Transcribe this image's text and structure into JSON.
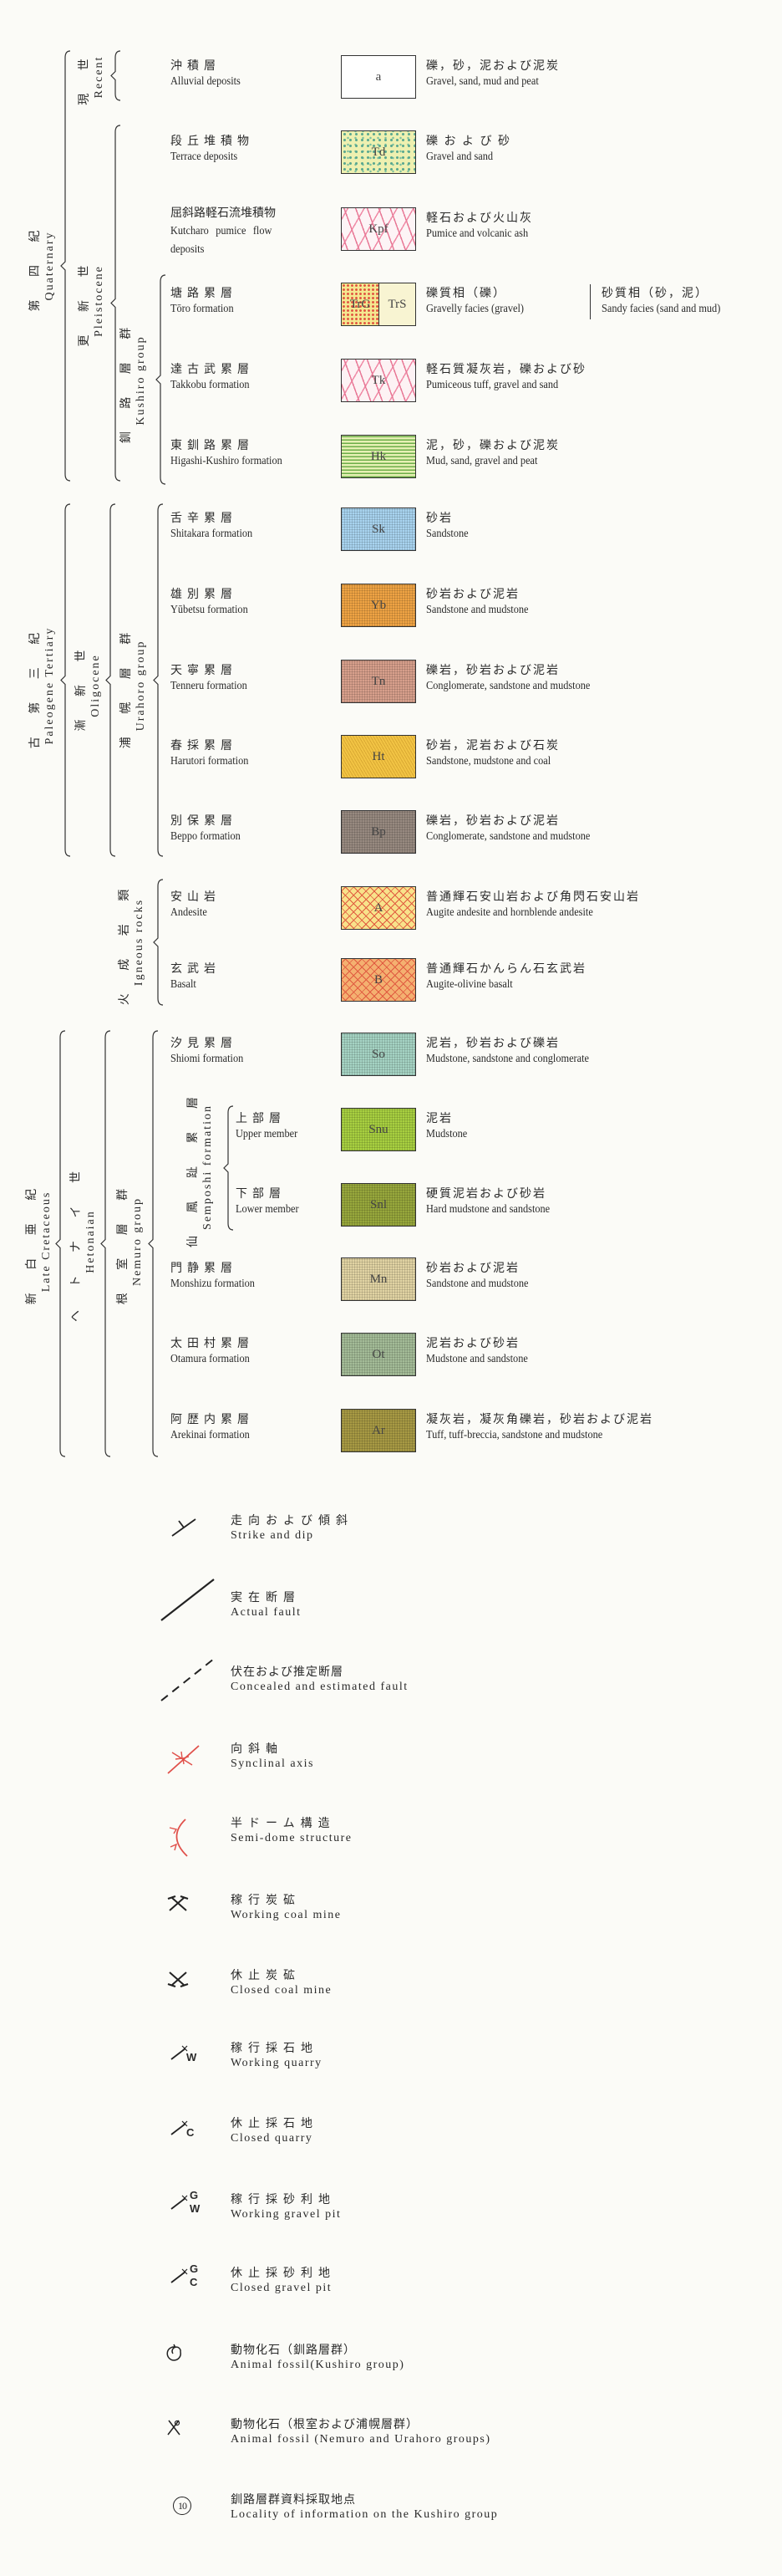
{
  "colors": {
    "ink": "#2a2a2a",
    "red": "#e0504a"
  },
  "brackets": [
    {
      "key": "quaternary",
      "jp": "第 四 紀",
      "en": "Quaternary"
    },
    {
      "key": "recent",
      "jp": "現 世",
      "en": "Recent"
    },
    {
      "key": "pleistocene",
      "jp": "更 新 世",
      "en": "Pleistocene"
    },
    {
      "key": "kushiro",
      "jp": "釧 路 層 群",
      "en": "Kushiro group"
    },
    {
      "key": "paleogene",
      "jp": "古 第 三 紀",
      "en": "Paleogene Tertiary"
    },
    {
      "key": "oligocene",
      "jp": "漸 新 世",
      "en": "Oligocene"
    },
    {
      "key": "urahoro",
      "jp": "浦 幌 層 群",
      "en": "Urahoro group"
    },
    {
      "key": "igneous",
      "jp": "火 成 岩 類",
      "en": "Igneous rocks"
    },
    {
      "key": "cretaceous",
      "jp": "新 白 亜 紀",
      "en": "Late Cretaceous"
    },
    {
      "key": "hetonaian",
      "jp": "ヘ ト ナ イ 世",
      "en": "Hetonaian"
    },
    {
      "key": "nemuro",
      "jp": "根 室 層 群",
      "en": "Nemuro group"
    },
    {
      "key": "semposhi",
      "jp": "仙 鳳 趾 累 層",
      "en": "Semposhi formation"
    }
  ],
  "units": [
    {
      "jp": "沖積層",
      "en": "Alluvial deposits",
      "code": "a",
      "desc_jp": "礫，砂，泥および泥炭",
      "desc_en": "Gravel, sand, mud and peat",
      "color": "#ffffff",
      "pattern": "none"
    },
    {
      "jp": "段丘堆積物",
      "en": "Terrace deposits",
      "code": "Td",
      "desc_jp": "礫 お よ び 砂",
      "desc_en": "Gravel and sand",
      "color": "#eef0b0",
      "pattern": "dots-green"
    },
    {
      "jp": "屈斜路軽石流堆積物",
      "en": "Kutcharo pumice flow deposits",
      "code": "Kpf",
      "desc_jp": "軽石および火山灰",
      "desc_en": "Pumice and volcanic ash",
      "color": "#fdf4f6",
      "pattern": "dash-pink"
    },
    {
      "jp": "塘路累層",
      "en": "Tōro formation",
      "code": "TrG",
      "code2": "TrS",
      "desc_jp": "礫質相（礫）",
      "desc_en": "Gravelly facies (gravel)",
      "desc2_jp": "砂質相（砂，泥）",
      "desc2_en": "Sandy facies (sand and mud)",
      "color": "#f4e890",
      "color2": "#f8f4d2",
      "pattern": "dots-red"
    },
    {
      "jp": "達古武累層",
      "en": "Takkobu formation",
      "code": "Tk",
      "desc_jp": "軽石質凝灰岩，礫および砂",
      "desc_en": "Pumiceous tuff, gravel and sand",
      "color": "#fdf2f4",
      "pattern": "dash-pink"
    },
    {
      "jp": "東釧路累層",
      "en": "Higashi-Kushiro formation",
      "code": "Hk",
      "desc_jp": "泥，砂，礫および泥炭",
      "desc_en": "Mud, sand, gravel and peat",
      "color": "#e6f0b4",
      "pattern": "lines-green"
    },
    {
      "jp": "舌辛累層",
      "en": "Shitakara formation",
      "code": "Sk",
      "desc_jp": "砂岩",
      "desc_en": "Sandstone",
      "color": "#a9d4f0",
      "pattern": "grid"
    },
    {
      "jp": "雄別累層",
      "en": "Yūbetsu formation",
      "code": "Yb",
      "desc_jp": "砂岩および泥岩",
      "desc_en": "Sandstone and mudstone",
      "color": "#f0a444",
      "pattern": "grid"
    },
    {
      "jp": "天寧累層",
      "en": "Tenneru formation",
      "code": "Tn",
      "desc_jp": "礫岩，砂岩および泥岩",
      "desc_en": "Conglomerate, sandstone and mudstone",
      "color": "#d8a08c",
      "pattern": "grid"
    },
    {
      "jp": "春採累層",
      "en": "Harutori formation",
      "code": "Ht",
      "desc_jp": "砂岩，泥岩および石炭",
      "desc_en": "Sandstone, mudstone and coal",
      "color": "#f2c444",
      "pattern": "diag"
    },
    {
      "jp": "別保累層",
      "en": "Beppo formation",
      "code": "Bp",
      "desc_jp": "礫岩，砂岩および泥岩",
      "desc_en": "Conglomerate, sandstone and mudstone",
      "color": "#988a80",
      "pattern": "grid"
    },
    {
      "jp": "安山岩",
      "en": "Andesite",
      "code": "A",
      "desc_jp": "普通輝石安山岩および角閃石安山岩",
      "desc_en": "Augite andesite and hornblende andesite",
      "color": "#f8e28a",
      "pattern": "x-red"
    },
    {
      "jp": "玄武岩",
      "en": "Basalt",
      "code": "B",
      "desc_jp": "普通輝石かんらん石玄武岩",
      "desc_en": "Augite-olivine basalt",
      "color": "#f4b070",
      "pattern": "x-red"
    },
    {
      "jp": "汐見累層",
      "en": "Shiomi formation",
      "code": "So",
      "desc_jp": "泥岩，砂岩および礫岩",
      "desc_en": "Mudstone, sandstone and conglomerate",
      "color": "#a6d4c4",
      "pattern": "grid"
    },
    {
      "jp": "上部層",
      "en": "Upper member",
      "code": "Snu",
      "desc_jp": "泥岩",
      "desc_en": "Mudstone",
      "color": "#a8d040",
      "pattern": "grid"
    },
    {
      "jp": "下部層",
      "en": "Lower member",
      "code": "Snl",
      "desc_jp": "硬質泥岩および砂岩",
      "desc_en": "Hard mudstone and sandstone",
      "color": "#98a83c",
      "pattern": "grid"
    },
    {
      "jp": "門静累層",
      "en": "Monshizu formation",
      "code": "Mn",
      "desc_jp": "砂岩および泥岩",
      "desc_en": "Sandstone and mudstone",
      "color": "#e2d4a4",
      "pattern": "grid"
    },
    {
      "jp": "太田村累層",
      "en": "Otamura formation",
      "code": "Ot",
      "desc_jp": "泥岩および砂岩",
      "desc_en": "Mudstone and sandstone",
      "color": "#a4bc98",
      "pattern": "grid"
    },
    {
      "jp": "阿歴内累層",
      "en": "Arekinai formation",
      "code": "Ar",
      "desc_jp": "凝灰岩，凝灰角礫岩，砂岩および泥岩",
      "desc_en": "Tuff, tuff-breccia, sandstone and mudstone",
      "color": "#a89a44",
      "pattern": "grid"
    }
  ],
  "symbols": [
    {
      "icon": "strike-dip-icon",
      "jp": "走向および傾斜",
      "en": "Strike and dip"
    },
    {
      "icon": "actual-fault-icon",
      "jp": "実在断層",
      "en": "Actual fault"
    },
    {
      "icon": "concealed-fault-icon",
      "jp": "伏在および推定断層",
      "en": "Concealed and estimated fault"
    },
    {
      "icon": "synclinal-axis-icon",
      "jp": "向斜軸",
      "en": "Synclinal axis"
    },
    {
      "icon": "semi-dome-icon",
      "jp": "半ドーム構造",
      "en": "Semi-dome structure"
    },
    {
      "icon": "working-coal-mine-icon",
      "jp": "稼行炭砿",
      "en": "Working coal mine"
    },
    {
      "icon": "closed-coal-mine-icon",
      "jp": "休止炭砿",
      "en": "Closed coal mine"
    },
    {
      "icon": "working-quarry-icon",
      "jp": "稼行採石地",
      "en": "Working quarry",
      "letters": [
        "W"
      ]
    },
    {
      "icon": "closed-quarry-icon",
      "jp": "休止採石地",
      "en": "Closed quarry",
      "letters": [
        "C"
      ]
    },
    {
      "icon": "working-gravel-pit-icon",
      "jp": "稼行採砂利地",
      "en": "Working gravel pit",
      "letters": [
        "G",
        "W"
      ]
    },
    {
      "icon": "closed-gravel-pit-icon",
      "jp": "休止採砂利地",
      "en": "Closed gravel pit",
      "letters": [
        "G",
        "C"
      ]
    },
    {
      "icon": "animal-fossil-kushiro-icon",
      "jp": "動物化石（釧路層群）",
      "en": "Animal fossil(Kushiro group)"
    },
    {
      "icon": "animal-fossil-nemuro-icon",
      "jp": "動物化石（根室および浦幌層群）",
      "en": "Animal fossil (Nemuro and Urahoro groups)"
    },
    {
      "icon": "locality-icon",
      "jp": "釧路層群資料採取地点",
      "en": "Locality of information on the Kushiro group",
      "number": "10"
    }
  ]
}
